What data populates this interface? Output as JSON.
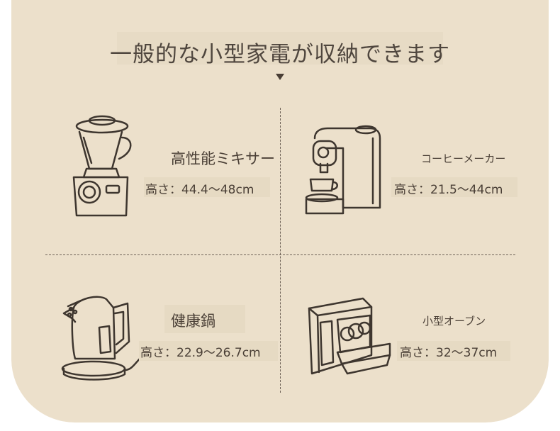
{
  "header": {
    "title": "一般的な小型家電が収納できます"
  },
  "items": [
    {
      "name": "高性能ミキサー",
      "size": "高さ：44.4～48cm",
      "icon": "blender-icon"
    },
    {
      "name": "コーヒーメーカー",
      "size": "高さ：21.5～44cm",
      "icon": "coffee-maker-icon"
    },
    {
      "name": "健康鍋",
      "size": "高さ：22.9～26.7cm",
      "icon": "kettle-icon"
    },
    {
      "name": "小型オーブン",
      "size": "高さ：32～37cm",
      "icon": "oven-icon"
    }
  ],
  "colors": {
    "panel": "#ece0cb",
    "text": "#4a3f36",
    "outside": "#ffffff"
  }
}
